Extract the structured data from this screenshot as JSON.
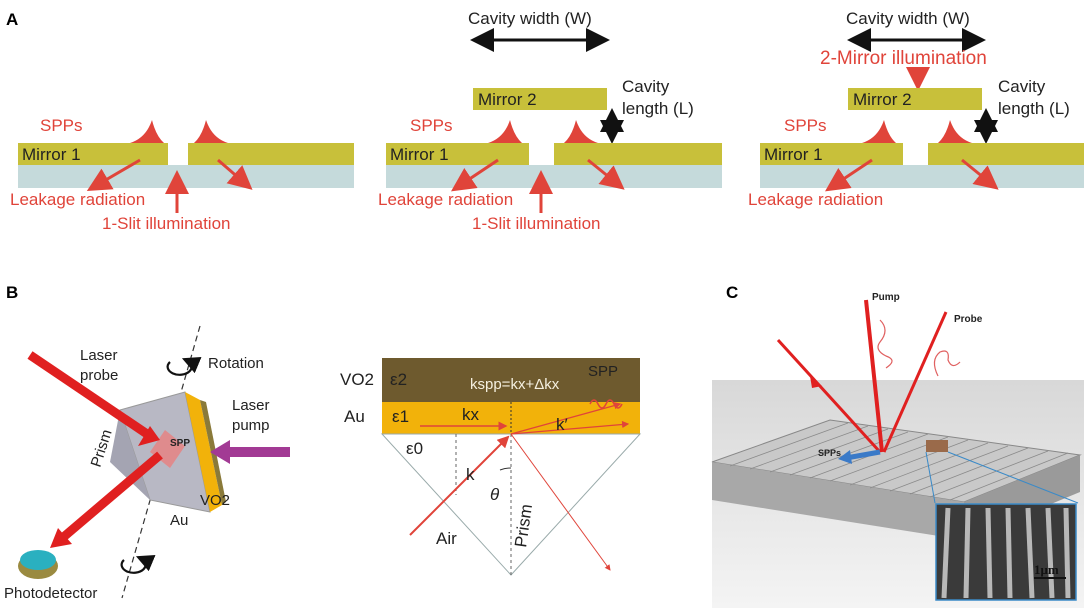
{
  "panels": {
    "a": {
      "letter": "A",
      "diagram1": {
        "spps": "SPPs",
        "mirror1": "Mirror 1",
        "leakage": "Leakage radiation",
        "illumination": "1-Slit illumination"
      },
      "diagram2": {
        "cavity_width": "Cavity width (W)",
        "cavity_length_line1": "Cavity",
        "cavity_length_line2": "length (L)",
        "mirror2": "Mirror 2",
        "spps": "SPPs",
        "mirror1": "Mirror 1",
        "leakage": "Leakage radiation",
        "illumination": "1-Slit illumination"
      },
      "diagram3": {
        "cavity_width": "Cavity width (W)",
        "mirror_illumination": "2-Mirror illumination",
        "cavity_length_line1": "Cavity",
        "cavity_length_line2": "length (L)",
        "mirror2": "Mirror 2",
        "spps": "SPPs",
        "mirror1": "Mirror 1",
        "leakage": "Leakage radiation"
      }
    },
    "b": {
      "letter": "B",
      "left": {
        "laser_probe_line1": "Laser",
        "laser_probe_line2": "probe",
        "rotation": "Rotation",
        "laser_pump_line1": "Laser",
        "laser_pump_line2": "pump",
        "prism": "Prism",
        "spp": "SPP",
        "vo2": "VO2",
        "au": "Au",
        "photodetector": "Photodetector"
      },
      "right": {
        "vo2": "VO2",
        "eps2": "ε2",
        "kspp": "kspp=kx+Δkx",
        "spp": "SPP",
        "au": "Au",
        "eps1": "ε1",
        "kx": "kx",
        "kprime": "k′",
        "eps0": "ε0",
        "k": "k",
        "theta": "θ",
        "air": "Air",
        "prism": "Prism"
      }
    },
    "c": {
      "letter": "C",
      "pump": "Pump",
      "probe": "Probe",
      "spps": "SPPs",
      "scale": "1μm"
    }
  },
  "colors": {
    "mirror": "#c8c03a",
    "substrate": "#c5dadb",
    "red": "#e0443a",
    "vo2": "#6e5a2e",
    "au": "#f2b20a"
  }
}
